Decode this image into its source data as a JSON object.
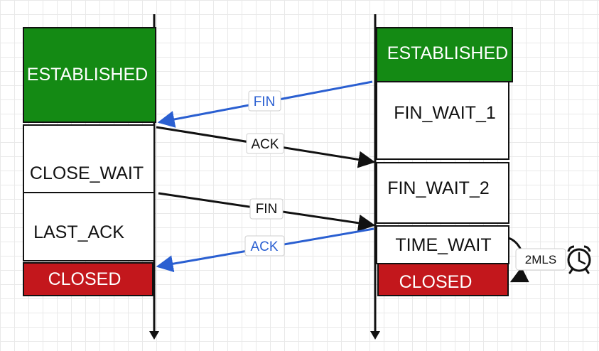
{
  "client": {
    "states": [
      {
        "label": "ESTABLISHED"
      },
      {
        "label": "CLOSE_WAIT"
      },
      {
        "label": "LAST_ACK"
      },
      {
        "label": "CLOSED"
      }
    ]
  },
  "server": {
    "states": [
      {
        "label": "ESTABLISHED"
      },
      {
        "label": "FIN_WAIT_1"
      },
      {
        "label": "FIN_WAIT_2"
      },
      {
        "label": "TIME_WAIT"
      },
      {
        "label": "CLOSED"
      }
    ]
  },
  "messages": [
    {
      "label": "FIN",
      "color": "#2a5fd1"
    },
    {
      "label": "ACK",
      "color": "#111111"
    },
    {
      "label": "FIN",
      "color": "#111111"
    },
    {
      "label": "ACK",
      "color": "#2a5fd1"
    }
  ],
  "timer": {
    "label": "2MLS",
    "icon": "alarm-clock-icon"
  },
  "colors": {
    "established": "#148a14",
    "closed": "#c3171c",
    "fin_arrow": "#2a5fd1",
    "ack_arrow": "#111111"
  }
}
